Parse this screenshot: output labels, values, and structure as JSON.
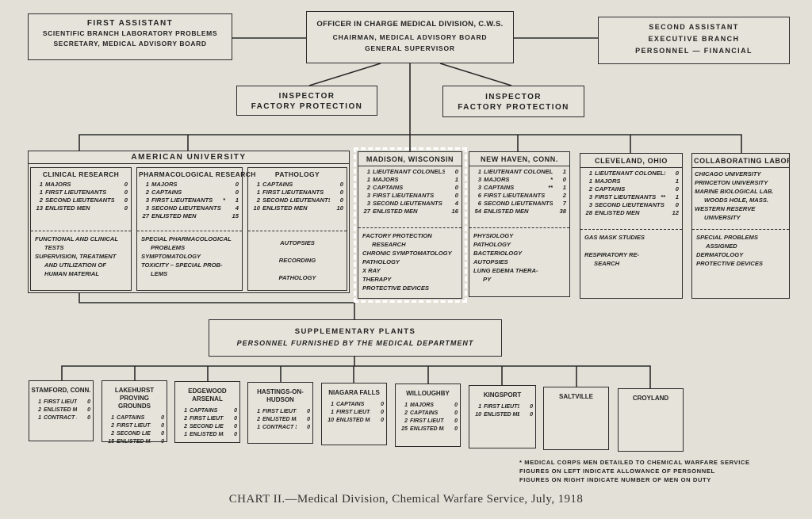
{
  "top": {
    "first_assistant": [
      "FIRST ASSISTANT",
      "SCIENTIFIC BRANCH LABORATORY PROBLEMS",
      "SECRETARY, MEDICAL ADVISORY BOARD"
    ],
    "officer_in_charge": [
      "OFFICER IN CHARGE MEDICAL DIVISION, C.W.S.",
      "CHAIRMAN, MEDICAL ADVISORY BOARD",
      "GENERAL SUPERVISOR"
    ],
    "second_assistant": [
      "SECOND ASSISTANT",
      "EXECUTIVE BRANCH",
      "PERSONNEL — FINANCIAL"
    ],
    "inspector_left": [
      "INSPECTOR",
      "FACTORY PROTECTION"
    ],
    "inspector_right": [
      "INSPECTOR",
      "FACTORY PROTECTION"
    ]
  },
  "american_university": {
    "title": "AMERICAN UNIVERSITY",
    "sections": [
      {
        "title": "CLINICAL RESEARCH",
        "personnel": [
          {
            "allowance": "1",
            "rank": "MAJORS",
            "mark": "",
            "on_duty": "0"
          },
          {
            "allowance": "1",
            "rank": "FIRST LIEUTENANTS",
            "mark": "",
            "on_duty": "0"
          },
          {
            "allowance": "2",
            "rank": "SECOND LIEUTENANTS",
            "mark": "",
            "on_duty": "0"
          },
          {
            "allowance": "13",
            "rank": "ENLISTED MEN",
            "mark": "",
            "on_duty": "0"
          }
        ],
        "duties": [
          "FUNCTIONAL AND CLINICAL",
          "TESTS",
          "SUPERVISION, TREATMENT",
          "AND UTILIZATION OF",
          "HUMAN MATERIAL"
        ]
      },
      {
        "title": "PHARMACOLOGICAL RESEARCH",
        "personnel": [
          {
            "allowance": "1",
            "rank": "MAJORS",
            "mark": "",
            "on_duty": "0"
          },
          {
            "allowance": "2",
            "rank": "CAPTAINS",
            "mark": "",
            "on_duty": "0"
          },
          {
            "allowance": "3",
            "rank": "FIRST LIEUTENANTS",
            "mark": "*",
            "on_duty": "1"
          },
          {
            "allowance": "3",
            "rank": "SECOND LIEUTENANTS",
            "mark": "",
            "on_duty": "4"
          },
          {
            "allowance": "27",
            "rank": "ENLISTED MEN",
            "mark": "",
            "on_duty": "15"
          }
        ],
        "duties": [
          "SPECIAL PHARMACOLOGICAL",
          "PROBLEMS",
          "SYMPTOMATOLOGY",
          "TOXICITY – SPECIAL PROB-",
          "LEMS"
        ]
      },
      {
        "title": "PATHOLOGY",
        "personnel": [
          {
            "allowance": "1",
            "rank": "CAPTAINS",
            "mark": "",
            "on_duty": "0"
          },
          {
            "allowance": "1",
            "rank": "FIRST LIEUTENANTS",
            "mark": "",
            "on_duty": "0"
          },
          {
            "allowance": "2",
            "rank": "SECOND LIEUTENANTS",
            "mark": "",
            "on_duty": "0"
          },
          {
            "allowance": "10",
            "rank": "ENLISTED MEN",
            "mark": "",
            "on_duty": "10"
          }
        ],
        "duties": [
          "AUTOPSIES",
          "RECORDING",
          "PATHOLOGY"
        ]
      }
    ]
  },
  "stations": [
    {
      "title": "MADISON, WISCONSIN",
      "personnel": [
        {
          "allowance": "1",
          "rank": "LIEUTENANT COLONELS",
          "mark": "",
          "on_duty": "0"
        },
        {
          "allowance": "1",
          "rank": "MAJORS",
          "mark": "",
          "on_duty": "1"
        },
        {
          "allowance": "2",
          "rank": "CAPTAINS",
          "mark": "",
          "on_duty": "0"
        },
        {
          "allowance": "3",
          "rank": "FIRST LIEUTENANTS",
          "mark": "",
          "on_duty": "0"
        },
        {
          "allowance": "3",
          "rank": "SECOND LIEUTENANTS",
          "mark": "",
          "on_duty": "4"
        },
        {
          "allowance": "27",
          "rank": "ENLISTED MEN",
          "mark": "",
          "on_duty": "16"
        }
      ],
      "duties": [
        "FACTORY PROTECTION",
        "RESEARCH",
        "CHRONIC SYMPTOMATOLOGY",
        "PATHOLOGY",
        "X RAY",
        "THERAPY",
        "PROTECTIVE DEVICES"
      ]
    },
    {
      "title": "NEW HAVEN, CONN.",
      "personnel": [
        {
          "allowance": "1",
          "rank": "LIEUTENANT COLONELS",
          "mark": "",
          "on_duty": "1"
        },
        {
          "allowance": "3",
          "rank": "MAJORS",
          "mark": "*",
          "on_duty": "0"
        },
        {
          "allowance": "3",
          "rank": "CAPTAINS",
          "mark": "**",
          "on_duty": "1"
        },
        {
          "allowance": "6",
          "rank": "FIRST LIEUTENANTS",
          "mark": "",
          "on_duty": "2"
        },
        {
          "allowance": "6",
          "rank": "SECOND LIEUTENANTS",
          "mark": "",
          "on_duty": "7"
        },
        {
          "allowance": "54",
          "rank": "ENLISTED MEN",
          "mark": "",
          "on_duty": "38"
        }
      ],
      "duties": [
        "PHYSIOLOGY",
        "PATHOLOGY",
        "BACTERIOLOGY",
        "AUTOPSIES",
        "LUNG EDEMA THERA-",
        "PY"
      ]
    },
    {
      "title": "CLEVELAND, OHIO",
      "personnel": [
        {
          "allowance": "1",
          "rank": "LIEUTENANT COLONELS",
          "mark": "",
          "on_duty": "0"
        },
        {
          "allowance": "1",
          "rank": "MAJORS",
          "mark": "",
          "on_duty": "1"
        },
        {
          "allowance": "2",
          "rank": "CAPTAINS",
          "mark": "",
          "on_duty": "0"
        },
        {
          "allowance": "3",
          "rank": "FIRST LIEUTENANTS",
          "mark": "**",
          "on_duty": "1"
        },
        {
          "allowance": "3",
          "rank": "SECOND LIEUTENANTS",
          "mark": "",
          "on_duty": "0"
        },
        {
          "allowance": "28",
          "rank": "ENLISTED MEN",
          "mark": "",
          "on_duty": "12"
        }
      ],
      "duties": [
        "GAS MASK STUDIES",
        "",
        "RESPIRATORY RE-",
        "SEARCH"
      ]
    },
    {
      "title": "COLLABORATING LABORATORIES",
      "institutions": [
        "CHICAGO UNIVERSITY",
        "PRINCETON UNIVERSITY",
        "MARINE BIOLOGICAL LAB.",
        "WOODS HOLE, MASS.",
        "WESTERN RESERVE",
        "UNIVERSITY"
      ],
      "duties": [
        "SPECIAL PROBLEMS",
        "ASSIGNED",
        "DERMATOLOGY",
        "PROTECTIVE DEVICES"
      ]
    }
  ],
  "supplementary": {
    "title": "SUPPLEMENTARY PLANTS",
    "subtitle": "PERSONNEL FURNISHED BY THE MEDICAL DEPARTMENT"
  },
  "plants": [
    {
      "title": "STAMFORD, CONN.",
      "personnel": [
        {
          "allowance": "1",
          "rank": "FIRST LIEUTS.",
          "mark": "",
          "on_duty": "0"
        },
        {
          "allowance": "2",
          "rank": "ENLISTED MEN",
          "mark": "",
          "on_duty": "0"
        },
        {
          "allowance": "1",
          "rank": "CONTRACT SURG.",
          "mark": "",
          "on_duty": "0"
        }
      ]
    },
    {
      "title": "LAKEHURST PROVING GROUNDS",
      "personnel": [
        {
          "allowance": "1",
          "rank": "CAPTAINS",
          "mark": "",
          "on_duty": "0"
        },
        {
          "allowance": "2",
          "rank": "FIRST LIEUTS.",
          "mark": "",
          "on_duty": "0"
        },
        {
          "allowance": "2",
          "rank": "SECOND LIEUTS.",
          "mark": "",
          "on_duty": "0"
        },
        {
          "allowance": "15",
          "rank": "ENLISTED MEN",
          "mark": "",
          "on_duty": "0"
        }
      ]
    },
    {
      "title": "EDGEWOOD ARSENAL",
      "personnel": [
        {
          "allowance": "1",
          "rank": "CAPTAINS",
          "mark": "",
          "on_duty": "0"
        },
        {
          "allowance": "2",
          "rank": "FIRST LIEUTS.",
          "mark": "",
          "on_duty": "0"
        },
        {
          "allowance": "2",
          "rank": "SECOND LIEUTS.",
          "mark": "",
          "on_duty": "0"
        },
        {
          "allowance": "1",
          "rank": "ENLISTED MEN",
          "mark": "",
          "on_duty": "0"
        }
      ]
    },
    {
      "title": "HASTINGS-ON-HUDSON",
      "personnel": [
        {
          "allowance": "1",
          "rank": "FIRST LIEUTS.",
          "mark": "",
          "on_duty": "0"
        },
        {
          "allowance": "2",
          "rank": "ENLISTED MEN",
          "mark": "",
          "on_duty": "0"
        },
        {
          "allowance": "1",
          "rank": "CONTRACT SURG.",
          "mark": "",
          "on_duty": "0"
        }
      ]
    },
    {
      "title": "NIAGARA FALLS",
      "personnel": [
        {
          "allowance": "1",
          "rank": "CAPTAINS",
          "mark": "",
          "on_duty": "0"
        },
        {
          "allowance": "1",
          "rank": "FIRST LIEUTS.",
          "mark": "",
          "on_duty": "0"
        },
        {
          "allowance": "10",
          "rank": "ENLISTED MEN",
          "mark": "",
          "on_duty": "0"
        }
      ]
    },
    {
      "title": "WILLOUGHBY",
      "personnel": [
        {
          "allowance": "1",
          "rank": "MAJORS",
          "mark": "",
          "on_duty": "0"
        },
        {
          "allowance": "2",
          "rank": "CAPTAINS",
          "mark": "",
          "on_duty": "0"
        },
        {
          "allowance": "2",
          "rank": "FIRST LIEUTS.",
          "mark": "",
          "on_duty": "0"
        },
        {
          "allowance": "25",
          "rank": "ENLISTED MEN",
          "mark": "",
          "on_duty": "0"
        }
      ]
    },
    {
      "title": "KINGSPORT",
      "personnel": [
        {
          "allowance": "1",
          "rank": "FIRST LIEUTS.",
          "mark": "",
          "on_duty": "0"
        },
        {
          "allowance": "10",
          "rank": "ENLISTED MEN",
          "mark": "",
          "on_duty": "0"
        }
      ]
    },
    {
      "title": "SALTVILLE",
      "personnel": []
    },
    {
      "title": "CROYLAND",
      "personnel": []
    }
  ],
  "footnote": [
    "* MEDICAL CORPS MEN DETAILED TO CHEMICAL WARFARE SERVICE",
    "FIGURES ON LEFT INDICATE ALLOWANCE OF PERSONNEL",
    "FIGURES ON RIGHT INDICATE NUMBER OF MEN ON DUTY"
  ],
  "caption": "CHART II.—Medical Division, Chemical Warfare Service, July, 1918"
}
